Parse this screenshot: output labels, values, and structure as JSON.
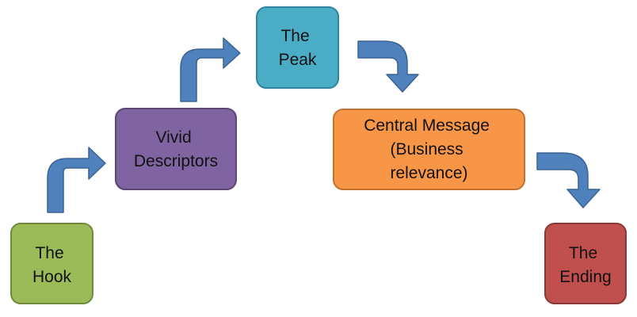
{
  "colors": {
    "arrow": "#4f81bd",
    "hook": "#9bbb59",
    "vivid": "#8064a2",
    "peak": "#4bacc6",
    "central": "#f79646",
    "ending": "#c0504d"
  },
  "boxes": {
    "hook": {
      "lines": [
        "The",
        "Hook"
      ]
    },
    "vivid": {
      "lines": [
        "Vivid",
        "Descriptors"
      ]
    },
    "peak": {
      "lines": [
        "The",
        "Peak"
      ]
    },
    "central": {
      "lines": [
        "Central Message",
        "(Business",
        "relevance)"
      ]
    },
    "ending": {
      "lines": [
        "The",
        "Ending"
      ]
    }
  }
}
